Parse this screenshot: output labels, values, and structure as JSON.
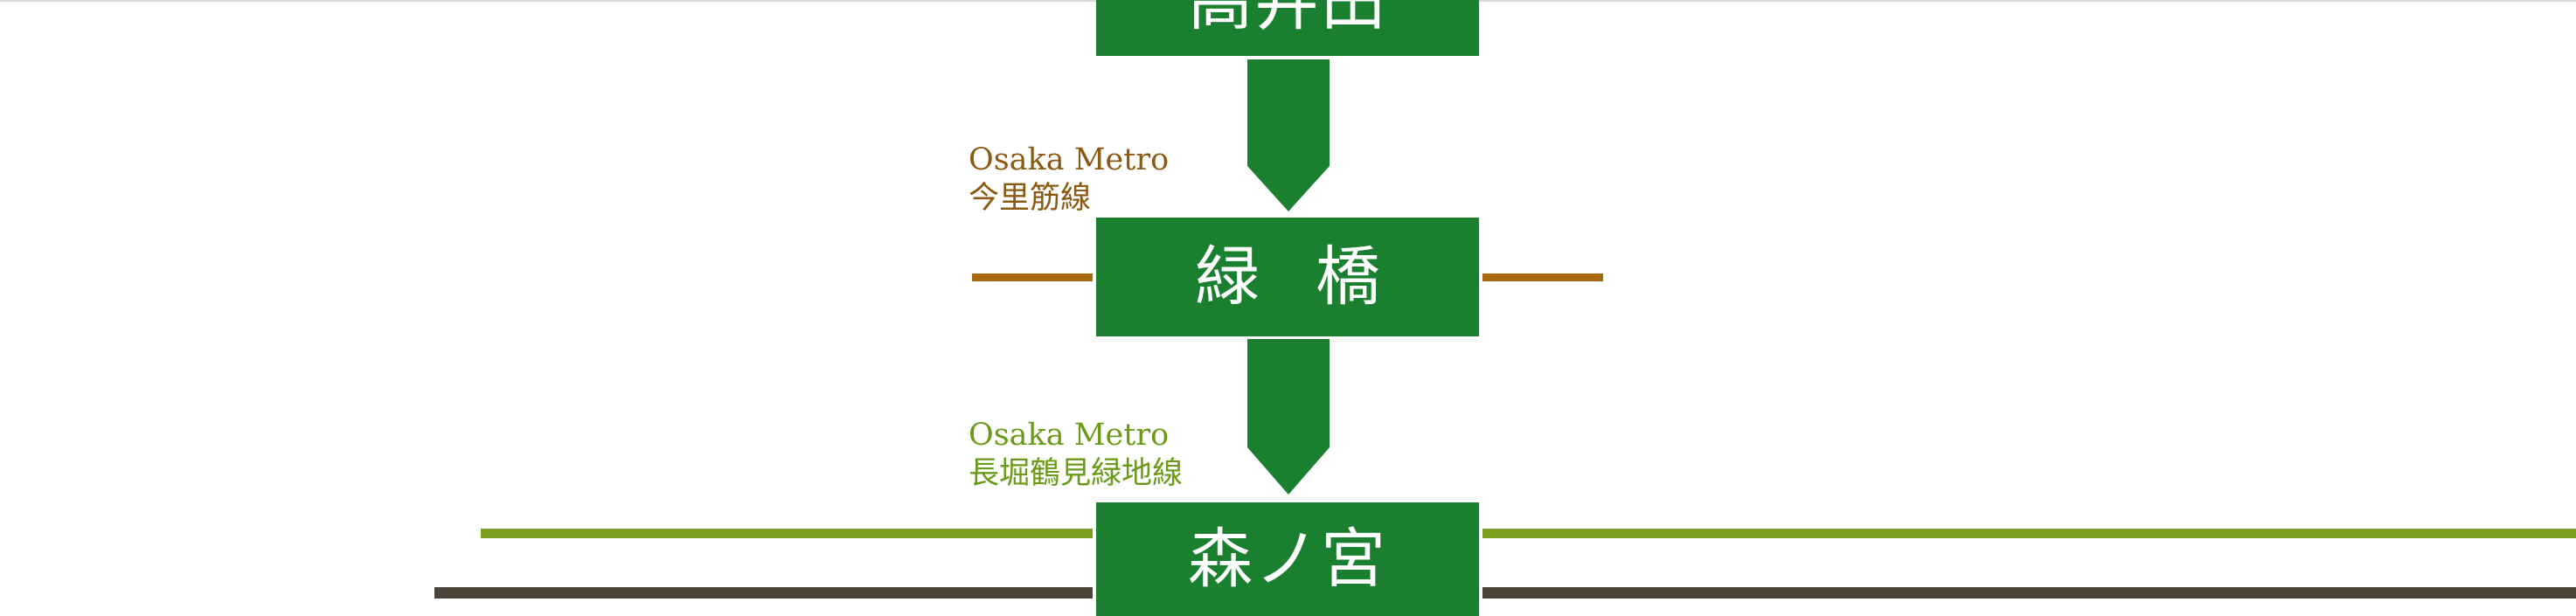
{
  "stations": {
    "top": "高井田",
    "middle": "緑橋",
    "bottom": "森ノ宮"
  },
  "connections": {
    "imazato": {
      "operator": "Osaka Metro",
      "line": "今里筋線"
    },
    "nagahori": {
      "operator": "Osaka Metro",
      "line": "長堀鶴見緑地線"
    }
  },
  "colors": {
    "station_fill": "#1a8030",
    "station_text": "#ffffff",
    "imazato_line": "#a8690e",
    "imazato_text": "#8a5a12",
    "nagahori_line": "#7a9e1e",
    "nagahori_text": "#6a9a18",
    "dark_line": "#4a4538"
  }
}
